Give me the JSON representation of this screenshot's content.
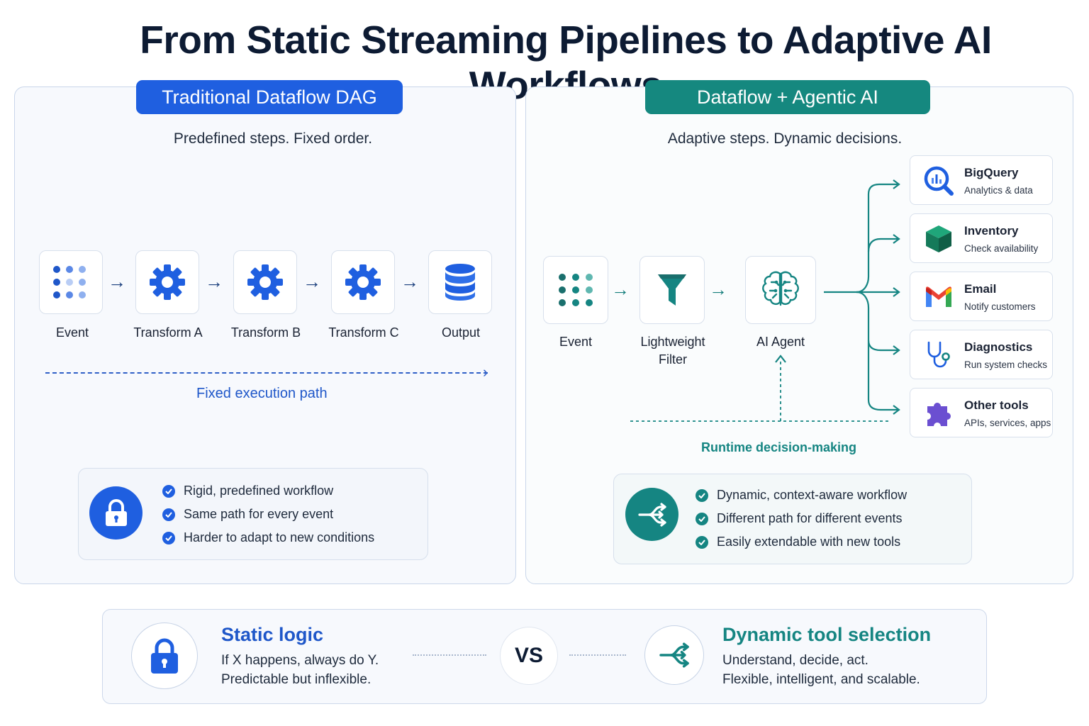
{
  "title": "From Static Streaming Pipelines to Adaptive AI Workflows",
  "left": {
    "badge": "Traditional Dataflow DAG",
    "subtitle": "Predefined steps. Fixed order.",
    "nodes": [
      {
        "label": "Event",
        "icon": "dots-grid-icon"
      },
      {
        "label": "Transform A",
        "icon": "gear-icon"
      },
      {
        "label": "Transform B",
        "icon": "gear-icon"
      },
      {
        "label": "Transform C",
        "icon": "gear-icon"
      },
      {
        "label": "Output",
        "icon": "database-icon"
      }
    ],
    "path_label": "Fixed execution path",
    "points": [
      "Rigid, predefined workflow",
      "Same path for every event",
      "Harder to adapt to new conditions"
    ],
    "accent": "#1f57c9"
  },
  "right": {
    "badge": "Dataflow + Agentic AI",
    "subtitle": "Adaptive steps. Dynamic decisions.",
    "nodes": [
      {
        "label": "Event",
        "icon": "dots-grid-icon"
      },
      {
        "label_line1": "Lightweight",
        "label_line2": "Filter",
        "icon": "funnel-icon"
      },
      {
        "label": "AI Agent",
        "icon": "brain-icon"
      }
    ],
    "runtime_label": "Runtime decision-making",
    "tools": [
      {
        "name": "BigQuery",
        "desc": "Analytics & data",
        "icon": "bigquery-icon"
      },
      {
        "name": "Inventory",
        "desc": "Check availability",
        "icon": "cube-icon"
      },
      {
        "name": "Email",
        "desc": "Notify customers",
        "icon": "gmail-icon"
      },
      {
        "name": "Diagnostics",
        "desc": "Run system checks",
        "icon": "stethoscope-icon"
      },
      {
        "name": "Other tools",
        "desc": "APIs, services, apps",
        "icon": "puzzle-icon"
      }
    ],
    "points": [
      "Dynamic, context-aware workflow",
      "Different path for different events",
      "Easily extendable with new tools"
    ],
    "accent": "#158582"
  },
  "bottom": {
    "static_title": "Static logic",
    "static_line1": "If X happens, always do Y.",
    "static_line2": "Predictable but inflexible.",
    "vs": "VS",
    "dynamic_title": "Dynamic tool selection",
    "dynamic_line1": "Understand, decide, act.",
    "dynamic_line2": "Flexible, intelligent, and scalable."
  }
}
